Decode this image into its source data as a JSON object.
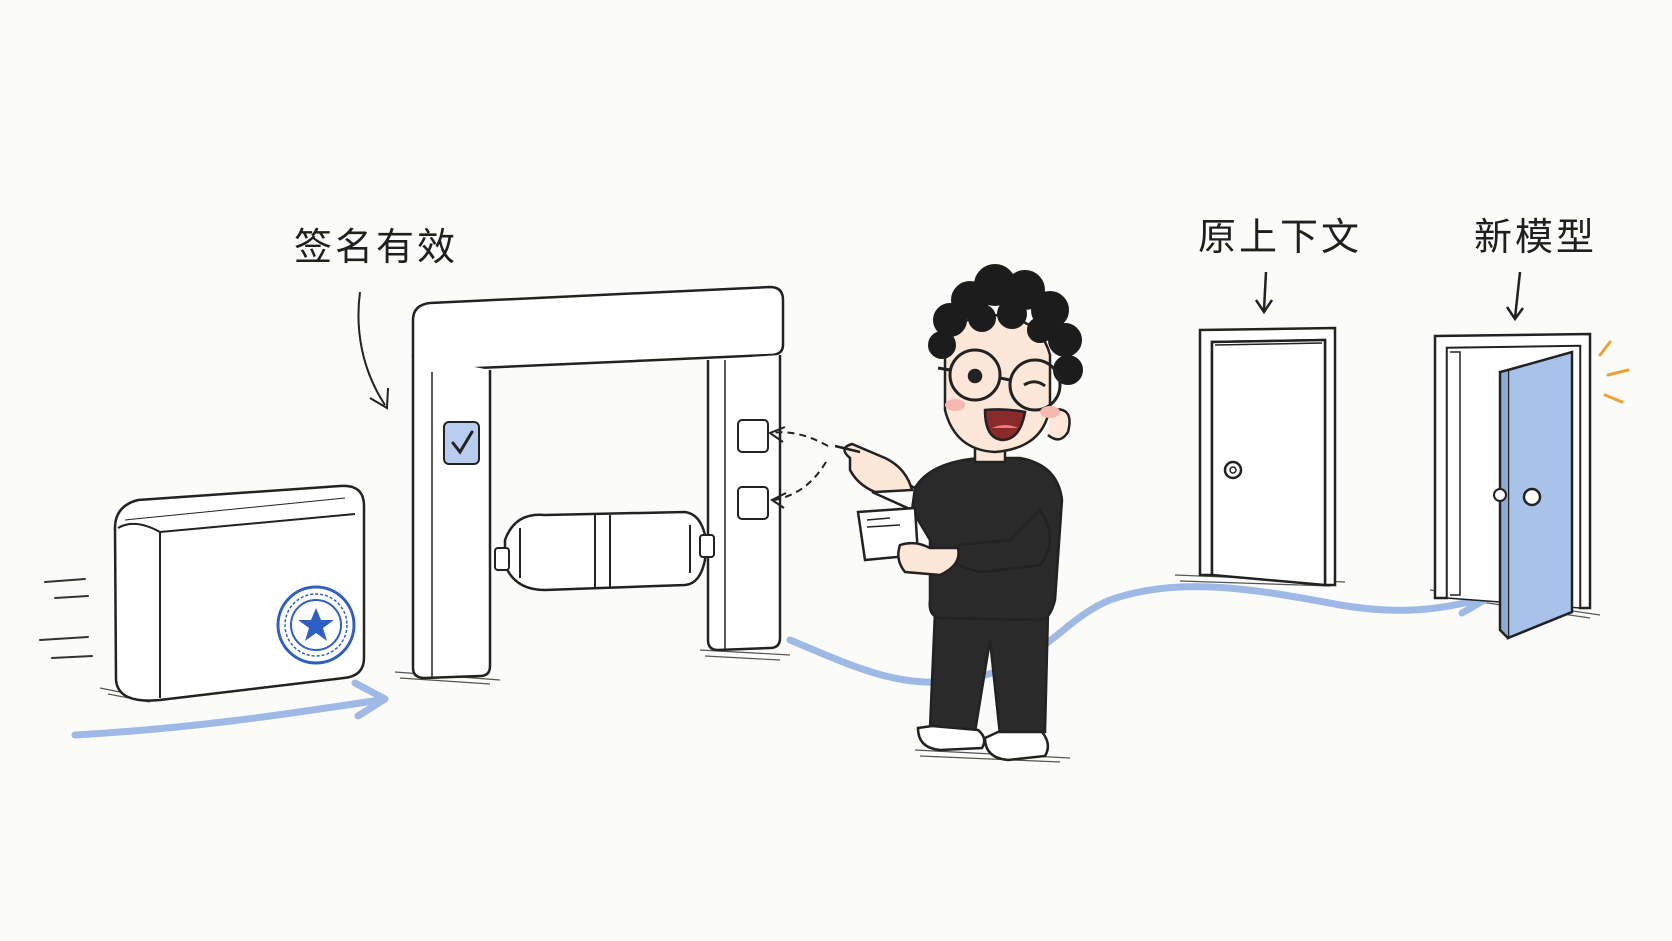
{
  "labels": {
    "signature_valid": "签名有效",
    "original_context": "原上下文",
    "new_model": "新模型"
  },
  "colors": {
    "background": "#fbfbf9",
    "ink": "#1f1f1f",
    "flow_arrow": "#9fb9e6",
    "stamp": "#2f5fc4",
    "check_badge": "#b8cdf0",
    "open_door": "#a9c2ea",
    "spark": "#f0a030",
    "shirt": "#2a2a2a",
    "skin": "#fde7d8"
  },
  "icons": {
    "package": "sealed-box-icon",
    "stamp": "star-seal-icon",
    "check": "check-badge-icon",
    "gate": "turnstile-gate-icon",
    "closed_door": "closed-door-icon",
    "open_door": "open-door-icon"
  }
}
